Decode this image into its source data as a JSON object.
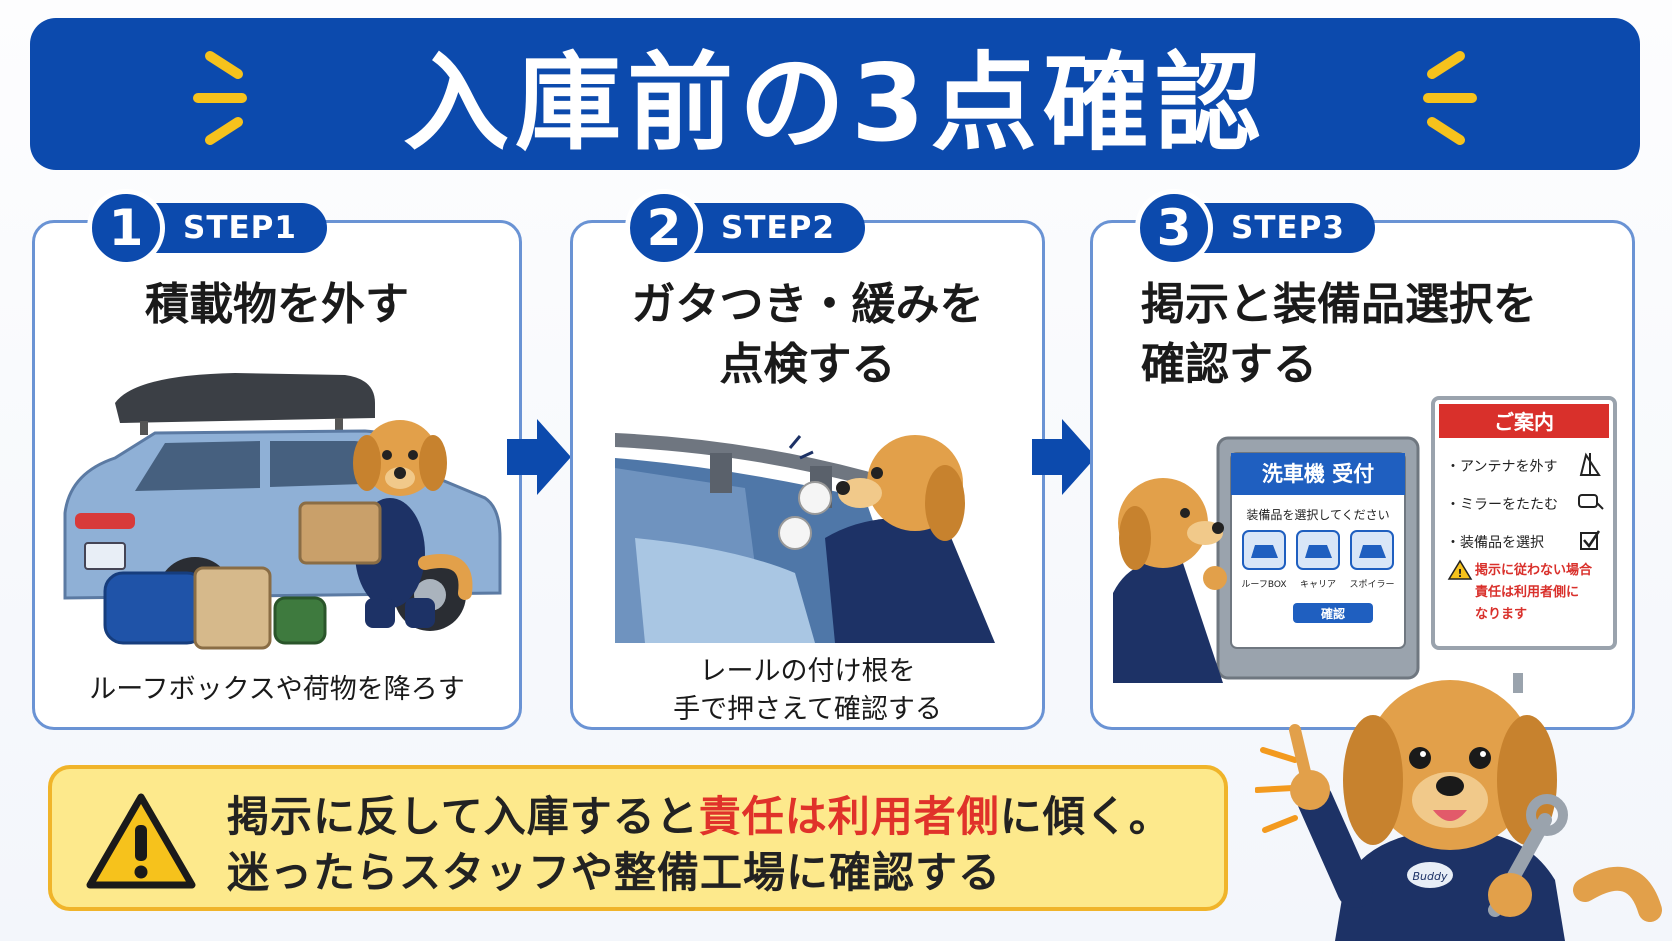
{
  "banner": {
    "title": "入庫前の3点確認"
  },
  "steps": [
    {
      "number": "1",
      "label": "STEP1",
      "title_lines": [
        "積載物を外す"
      ],
      "caption_lines": [
        "ルーフボックスや荷物を降ろす"
      ]
    },
    {
      "number": "2",
      "label": "STEP2",
      "title_lines": [
        "ガタつき・緩みを",
        "点検する"
      ],
      "caption_lines": [
        "レールの付け根を",
        "手で押さえて確認する"
      ]
    },
    {
      "number": "3",
      "label": "STEP3",
      "title_lines": [
        "掲示と装備品選択を",
        "確認する"
      ],
      "caption_lines": []
    }
  ],
  "kiosk": {
    "header": "洗車機 受付",
    "prompt": "装備品を選択してください",
    "options": [
      "ルーフBOX",
      "キャリア",
      "スポイラー"
    ],
    "confirm": "確認"
  },
  "sign": {
    "header": "ご案内",
    "items": [
      "・アンテナを外す",
      "・ミラーをたたむ",
      "・装備品を選択"
    ],
    "warning_lines": [
      "掲示に従わない場合",
      "責任は利用者側に",
      "なります"
    ]
  },
  "mascot": {
    "badge": "Buddy"
  },
  "warning": {
    "line1_pre": "掲示に反して入庫すると",
    "line1_highlight": "責任は利用者側",
    "line1_post": "に傾く。",
    "line2": "迷ったらスタッフや整備工場に確認する"
  },
  "colors": {
    "primary": "#0c4aad",
    "warning_bg": "#fde98c",
    "warning_border": "#f0b42a",
    "highlight_red": "#e0322a",
    "accent_yellow": "#f6c21c"
  }
}
